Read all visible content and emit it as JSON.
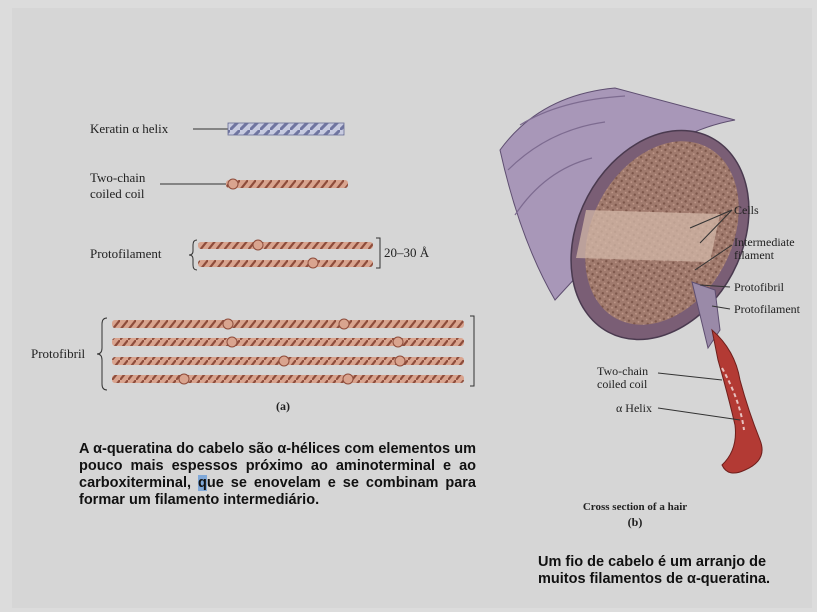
{
  "panel_a": {
    "labels": {
      "keratin": "Keratin α helix",
      "two_chain_1": "Two-chain",
      "two_chain_2": "coiled coil",
      "protofilament": "Protofilament",
      "width": "20–30 Å",
      "protofibril": "Protofibril"
    },
    "caption": "(a)"
  },
  "text_left": {
    "before": "A α-queratina do cabelo são α-hélices com elementos um pouco mais espessos próximo ao aminoterminal e ao carboxiterminal, ",
    "highlight": "q",
    "after": "ue se enovelam e se combinam para formar um filamento intermediário."
  },
  "panel_b": {
    "labels": {
      "cells": "Cells",
      "intermediate_1": "Intermediate",
      "intermediate_2": "filament",
      "protofibril": "Protofibril",
      "protofilament": "Protofilament",
      "two_chain_1": "Two-chain",
      "two_chain_2": "coiled coil",
      "helix": "α Helix"
    },
    "caption_title": "Cross section of a hair",
    "caption": "(b)"
  },
  "text_right": "Um fio de cabelo é um arranjo de muitos filamentos de α-queratina.",
  "colors": {
    "rope": "#c98770",
    "rope_dark": "#8e4d3c",
    "helix": "#8a8fb0",
    "hair": "#a897b8",
    "cross": "#9b7468",
    "fiber": "#b33a34"
  }
}
